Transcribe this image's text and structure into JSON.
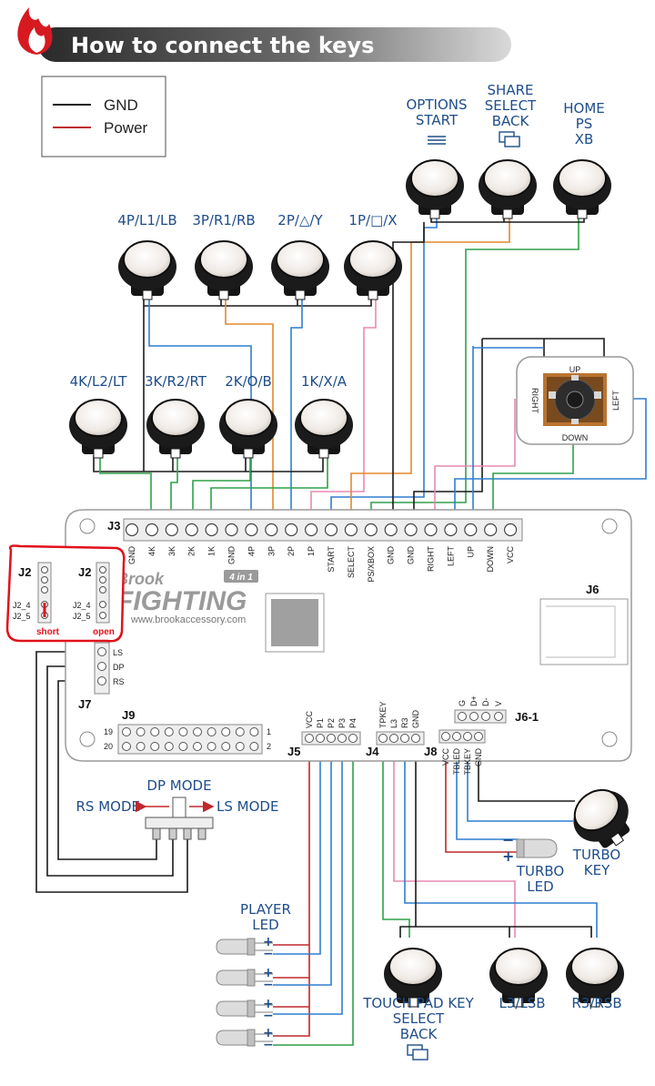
{
  "header": {
    "title": "How to connect the keys"
  },
  "legend": [
    {
      "label": "GND",
      "color": "#1a1a1a"
    },
    {
      "label": "Power",
      "color": "#c0282d"
    }
  ],
  "colors": {
    "gnd": "#1a1a1a",
    "power": "#c0282d",
    "blue": "#2f7fd1",
    "orange": "#e08a2a",
    "green": "#2ea14a",
    "pink": "#e78ab2",
    "label": "#1f4d8a",
    "highlight": "#e0121b"
  },
  "buttons": {
    "options": [
      "OPTIONS",
      "START"
    ],
    "share": [
      "SHARE",
      "SELECT",
      "BACK"
    ],
    "home": [
      "HOME",
      "PS",
      "XB"
    ],
    "b4p": "4P/L1/LB",
    "b3p": "3P/R1/RB",
    "b2p": "2P/△/Y",
    "b1p": "1P/□/X",
    "b4k": "4K/L2/LT",
    "b3k": "3K/R2/RT",
    "b2k": "2K/O/B",
    "b1k": "1K/X/A"
  },
  "joystick": {
    "up": "UP",
    "down": "DOWN",
    "left": "LEFT",
    "right": "RIGHT"
  },
  "board": {
    "brand1": "Brook",
    "brand2": "FIGHTING",
    "badge": "4 in 1",
    "url": "www.brookaccessory.com",
    "j3": "J3",
    "j3_pins": [
      "GND",
      "4K",
      "3K",
      "2K",
      "1K",
      "GND",
      "4P",
      "3P",
      "2P",
      "1P",
      "START",
      "SELECT",
      "PS/XBOX",
      "GND",
      "GND",
      "RIGHT",
      "LEFT",
      "UP",
      "DOWN",
      "VCC"
    ],
    "j6": "J6",
    "j7": "J7",
    "j9": "J9",
    "j5": "J5",
    "j4": "J4",
    "j8": "J8",
    "j61": "J6-1",
    "j7_pins": [
      "LS",
      "DP",
      "RS"
    ],
    "j9_labels": [
      "19",
      "20",
      "1",
      "2"
    ],
    "j5_pins": [
      "VCC",
      "P1",
      "P2",
      "P3",
      "P4"
    ],
    "j4_pins": [
      "TPKEY",
      "L3",
      "R3",
      "GND"
    ],
    "j8_pins": [
      "VCC",
      "TBLED",
      "TBKEY",
      "GND"
    ],
    "j61_pins": [
      "G",
      "D+",
      "D-",
      "V"
    ],
    "j2": "J2",
    "j2_4": "J2_4",
    "j2_5": "J2_5",
    "short": "short",
    "open": "open"
  },
  "mode": {
    "dp": "DP MODE",
    "rs": "RS MODE",
    "ls": "LS MODE"
  },
  "player_led": [
    "PLAYER",
    "LED"
  ],
  "turbo_led": [
    "TURBO",
    "LED"
  ],
  "turbo_key": [
    "TURBO",
    "KEY"
  ],
  "touch_pad": [
    "TOUCH PAD KEY",
    "SELECT",
    "BACK"
  ],
  "l3": "L3/LSB",
  "r3": "R3/RSB",
  "plus": "+",
  "minus": "−"
}
